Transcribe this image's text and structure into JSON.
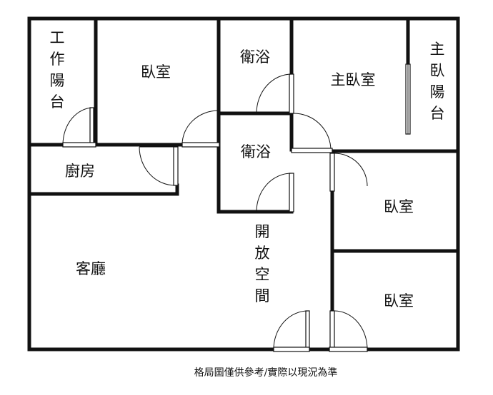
{
  "rooms": {
    "work_balcony": "工作陽台",
    "bedroom_top": "臥室",
    "bath_upper": "衛浴",
    "master_bedroom": "主臥室",
    "master_balcony": "主臥陽台",
    "kitchen": "廚房",
    "bath_lower": "衛浴",
    "bedroom_right_mid": "臥室",
    "living_room": "客廳",
    "open_space": "開放空間",
    "bedroom_right_bottom": "臥室"
  },
  "caption": "格局圖僅供參考/實際以現況為準"
}
